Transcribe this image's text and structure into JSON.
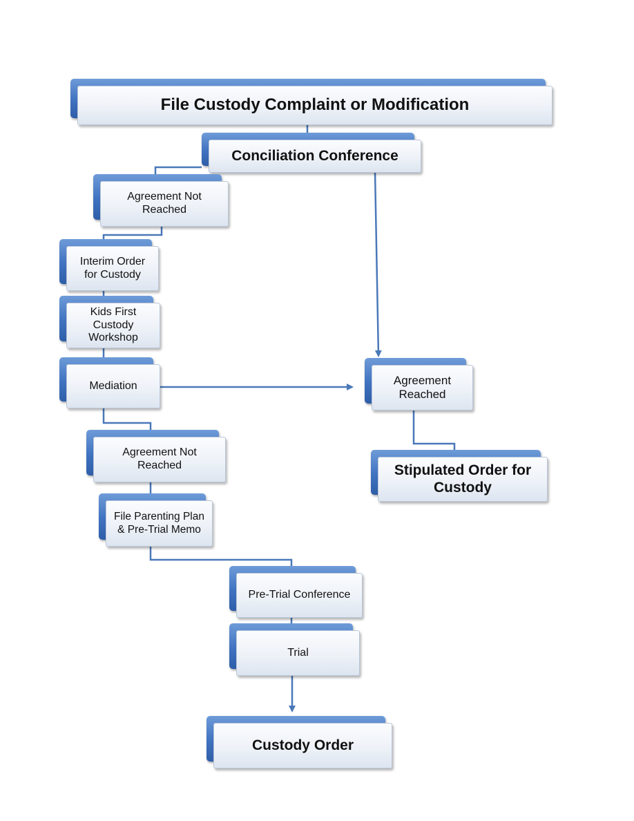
{
  "nodes": {
    "file_complaint": "File Custody Complaint or Modification",
    "conciliation": "Conciliation Conference",
    "agreement_not_reached_1": "Agreement Not\nReached",
    "interim_order": "Interim Order\nfor Custody",
    "kids_first": "Kids First\nCustody\nWorkshop",
    "mediation": "Mediation",
    "agreement_reached": "Agreement\nReached",
    "stipulated_order": "Stipulated Order for\nCustody",
    "agreement_not_reached_2": "Agreement Not\nReached",
    "parenting_plan": "File Parenting Plan\n& Pre-Trial Memo",
    "pretrial_conference": "Pre-Trial Conference",
    "trial": "Trial",
    "custody_order": "Custody Order"
  },
  "colors": {
    "box_accent": "#3f72c0",
    "connector": "#4a78b8",
    "face": "#eef2f8"
  }
}
